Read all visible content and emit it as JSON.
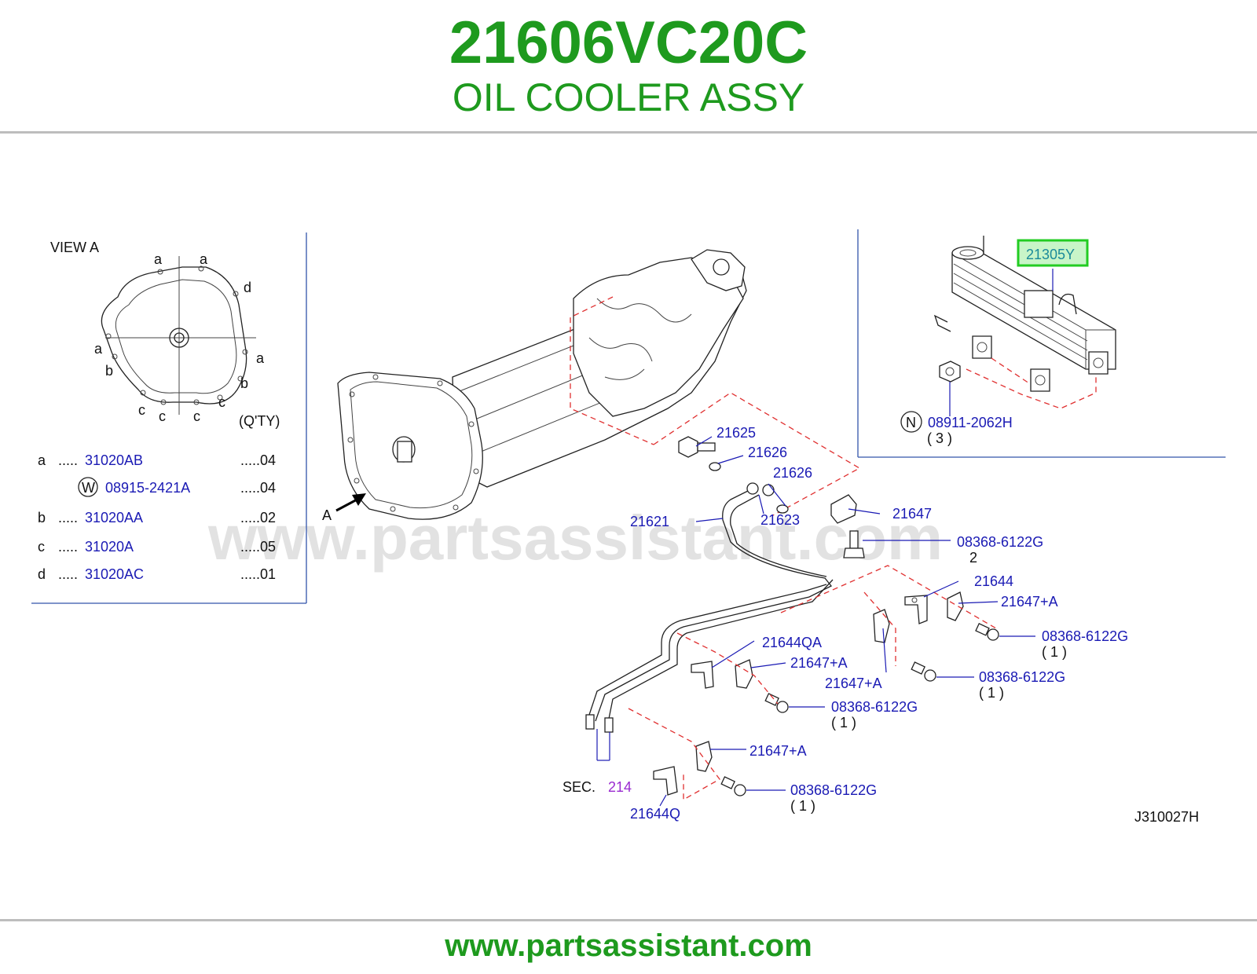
{
  "header": {
    "part_number": "21606VC20C",
    "part_name": "OIL COOLER ASSY"
  },
  "footer": {
    "url": "www.partsassistant.com"
  },
  "watermark": "www.partsassistant.com",
  "colors": {
    "brand_green": "#1e9a1e",
    "label_blue": "#1a1ab4",
    "highlight_green": "#22cc22",
    "highlight_fill": "#c8f5c8",
    "dash_red": "#e03030",
    "section_purple": "#9a2ad0"
  },
  "view_a": {
    "title": "VIEW   A",
    "qty_header": "(Q'TY)",
    "letters": {
      "a1": "a",
      "a2": "a",
      "d": "d",
      "a3": "a",
      "a4": "a",
      "b1": "b",
      "b2": "b",
      "c1": "c",
      "c2": "c",
      "c3": "c",
      "c4": "c"
    },
    "legend": [
      {
        "letter": "a",
        "dots": ".....",
        "part": "31020AB",
        "qty": ".....04"
      },
      {
        "letter": "",
        "dots": "",
        "circle": "W",
        "part": "08915-2421A",
        "qty": ".....04"
      },
      {
        "letter": "b",
        "dots": ".....",
        "part": "31020AA",
        "qty": ".....02"
      },
      {
        "letter": "c",
        "dots": ".....",
        "part": "31020A",
        "qty": ".....05"
      },
      {
        "letter": "d",
        "dots": ".....",
        "part": "31020AC",
        "qty": ".....01"
      }
    ]
  },
  "cooler_panel": {
    "highlighted_part": "21305Y",
    "nut_circle": "N",
    "nut_part": "08911-2062H",
    "nut_qty": "( 3 )"
  },
  "callouts": {
    "p21625": "21625",
    "p21626a": "21626",
    "p21626b": "21626",
    "p21621": "21621",
    "p21623": "21623",
    "p21647": "21647",
    "bolt1": "08368-6122G",
    "bolt1_qty": "2",
    "p21644": "21644",
    "p21647a1": "21647+A",
    "bolt2": "08368-6122G",
    "bolt2_qty": "( 1 )",
    "p21644qa": "21644QA",
    "p21647a2": "21647+A",
    "bolt3": "08368-6122G",
    "bolt3_qty": "( 1 )",
    "p21647a3": "21647+A",
    "bolt4": "08368-6122G",
    "bolt4_qty": "( 1 )",
    "p21647a4": "21647+A",
    "bolt5": "08368-6122G",
    "bolt5_qty": "( 1 )",
    "p21644q": "21644Q",
    "sec_label": "SEC.",
    "sec_num": "214",
    "arrow_label": "A",
    "diagram_code": "J310027H"
  }
}
